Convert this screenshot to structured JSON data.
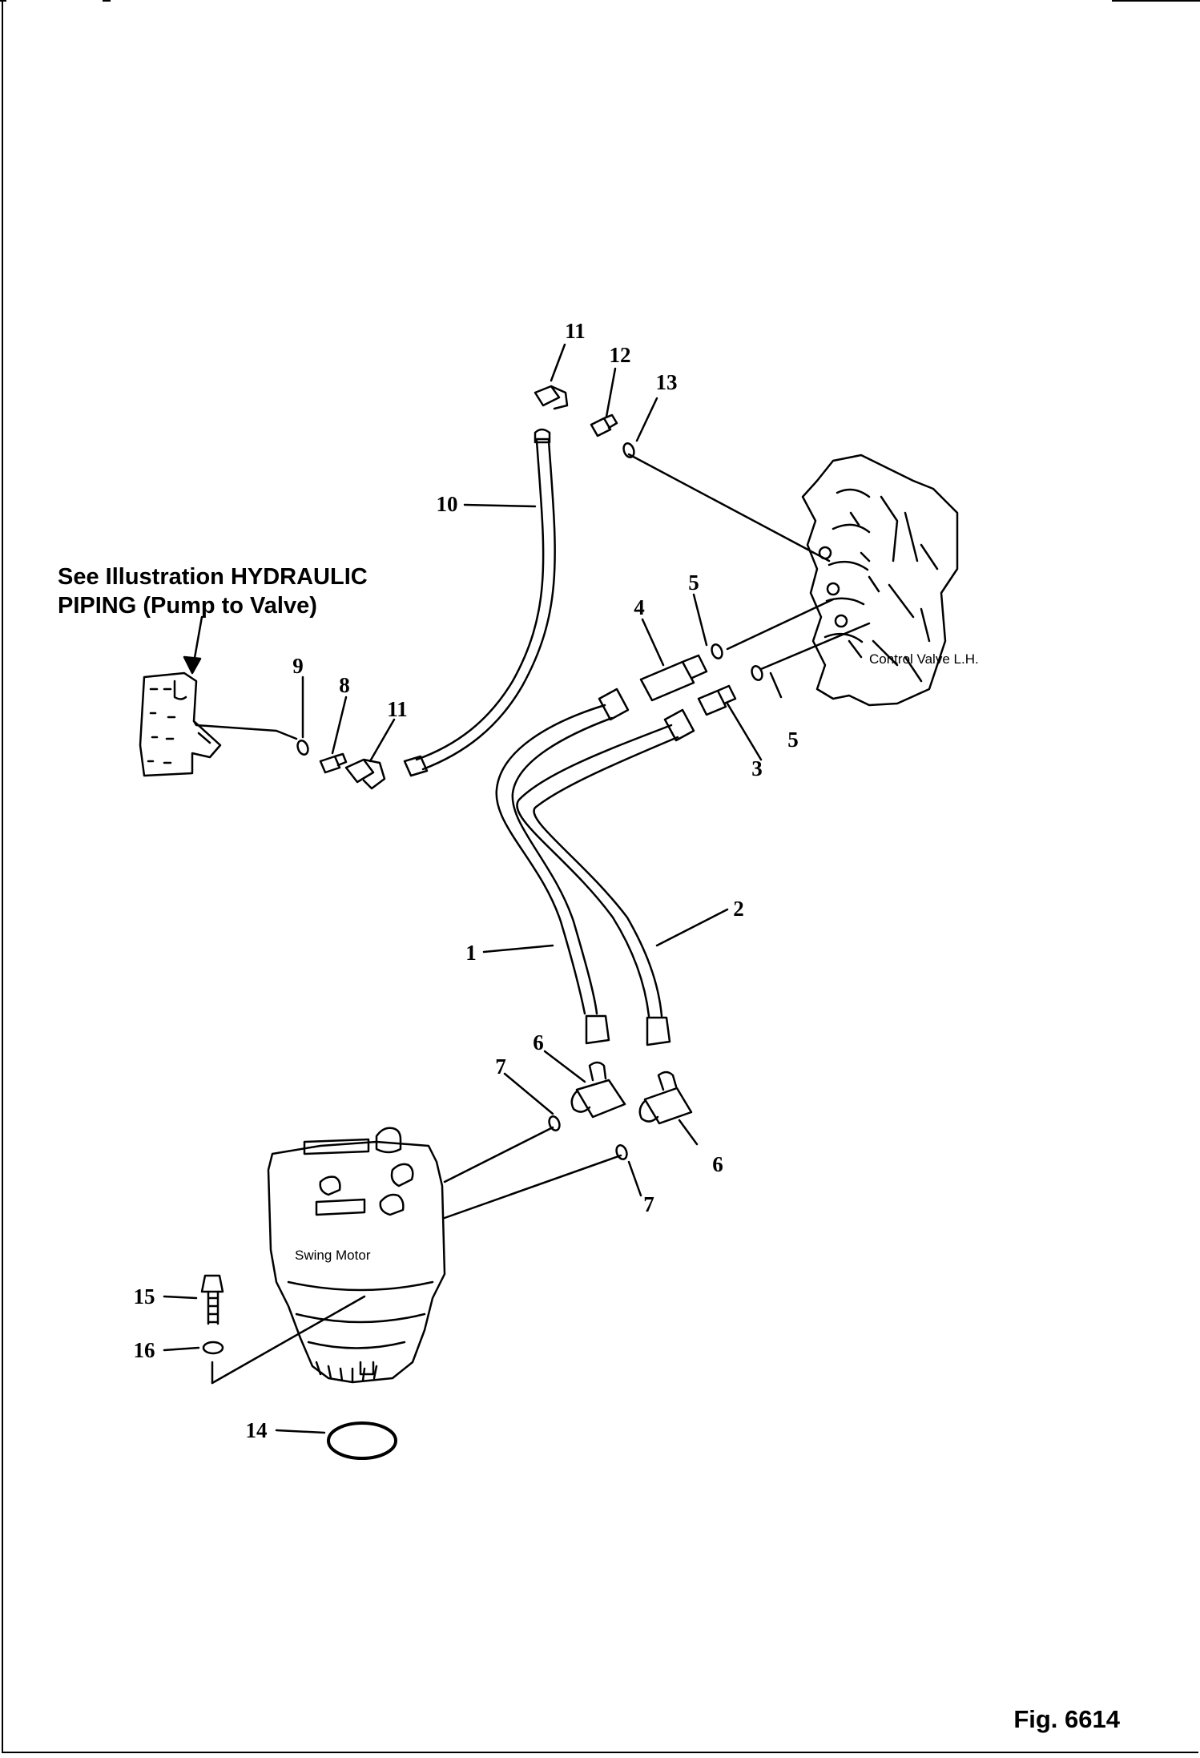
{
  "reference_note": {
    "line1": "See Illustration HYDRAULIC",
    "line2": "PIPING (Pump to Valve)"
  },
  "figure_label": "Fig. 6614",
  "component_labels": {
    "control_valve": "Control Valve L.H.",
    "swing_motor": "Swing Motor"
  },
  "callouts": [
    "1",
    "2",
    "3",
    "4",
    "5",
    "5",
    "6",
    "6",
    "7",
    "7",
    "8",
    "9",
    "10",
    "11",
    "11",
    "12",
    "13",
    "14",
    "15",
    "16"
  ]
}
